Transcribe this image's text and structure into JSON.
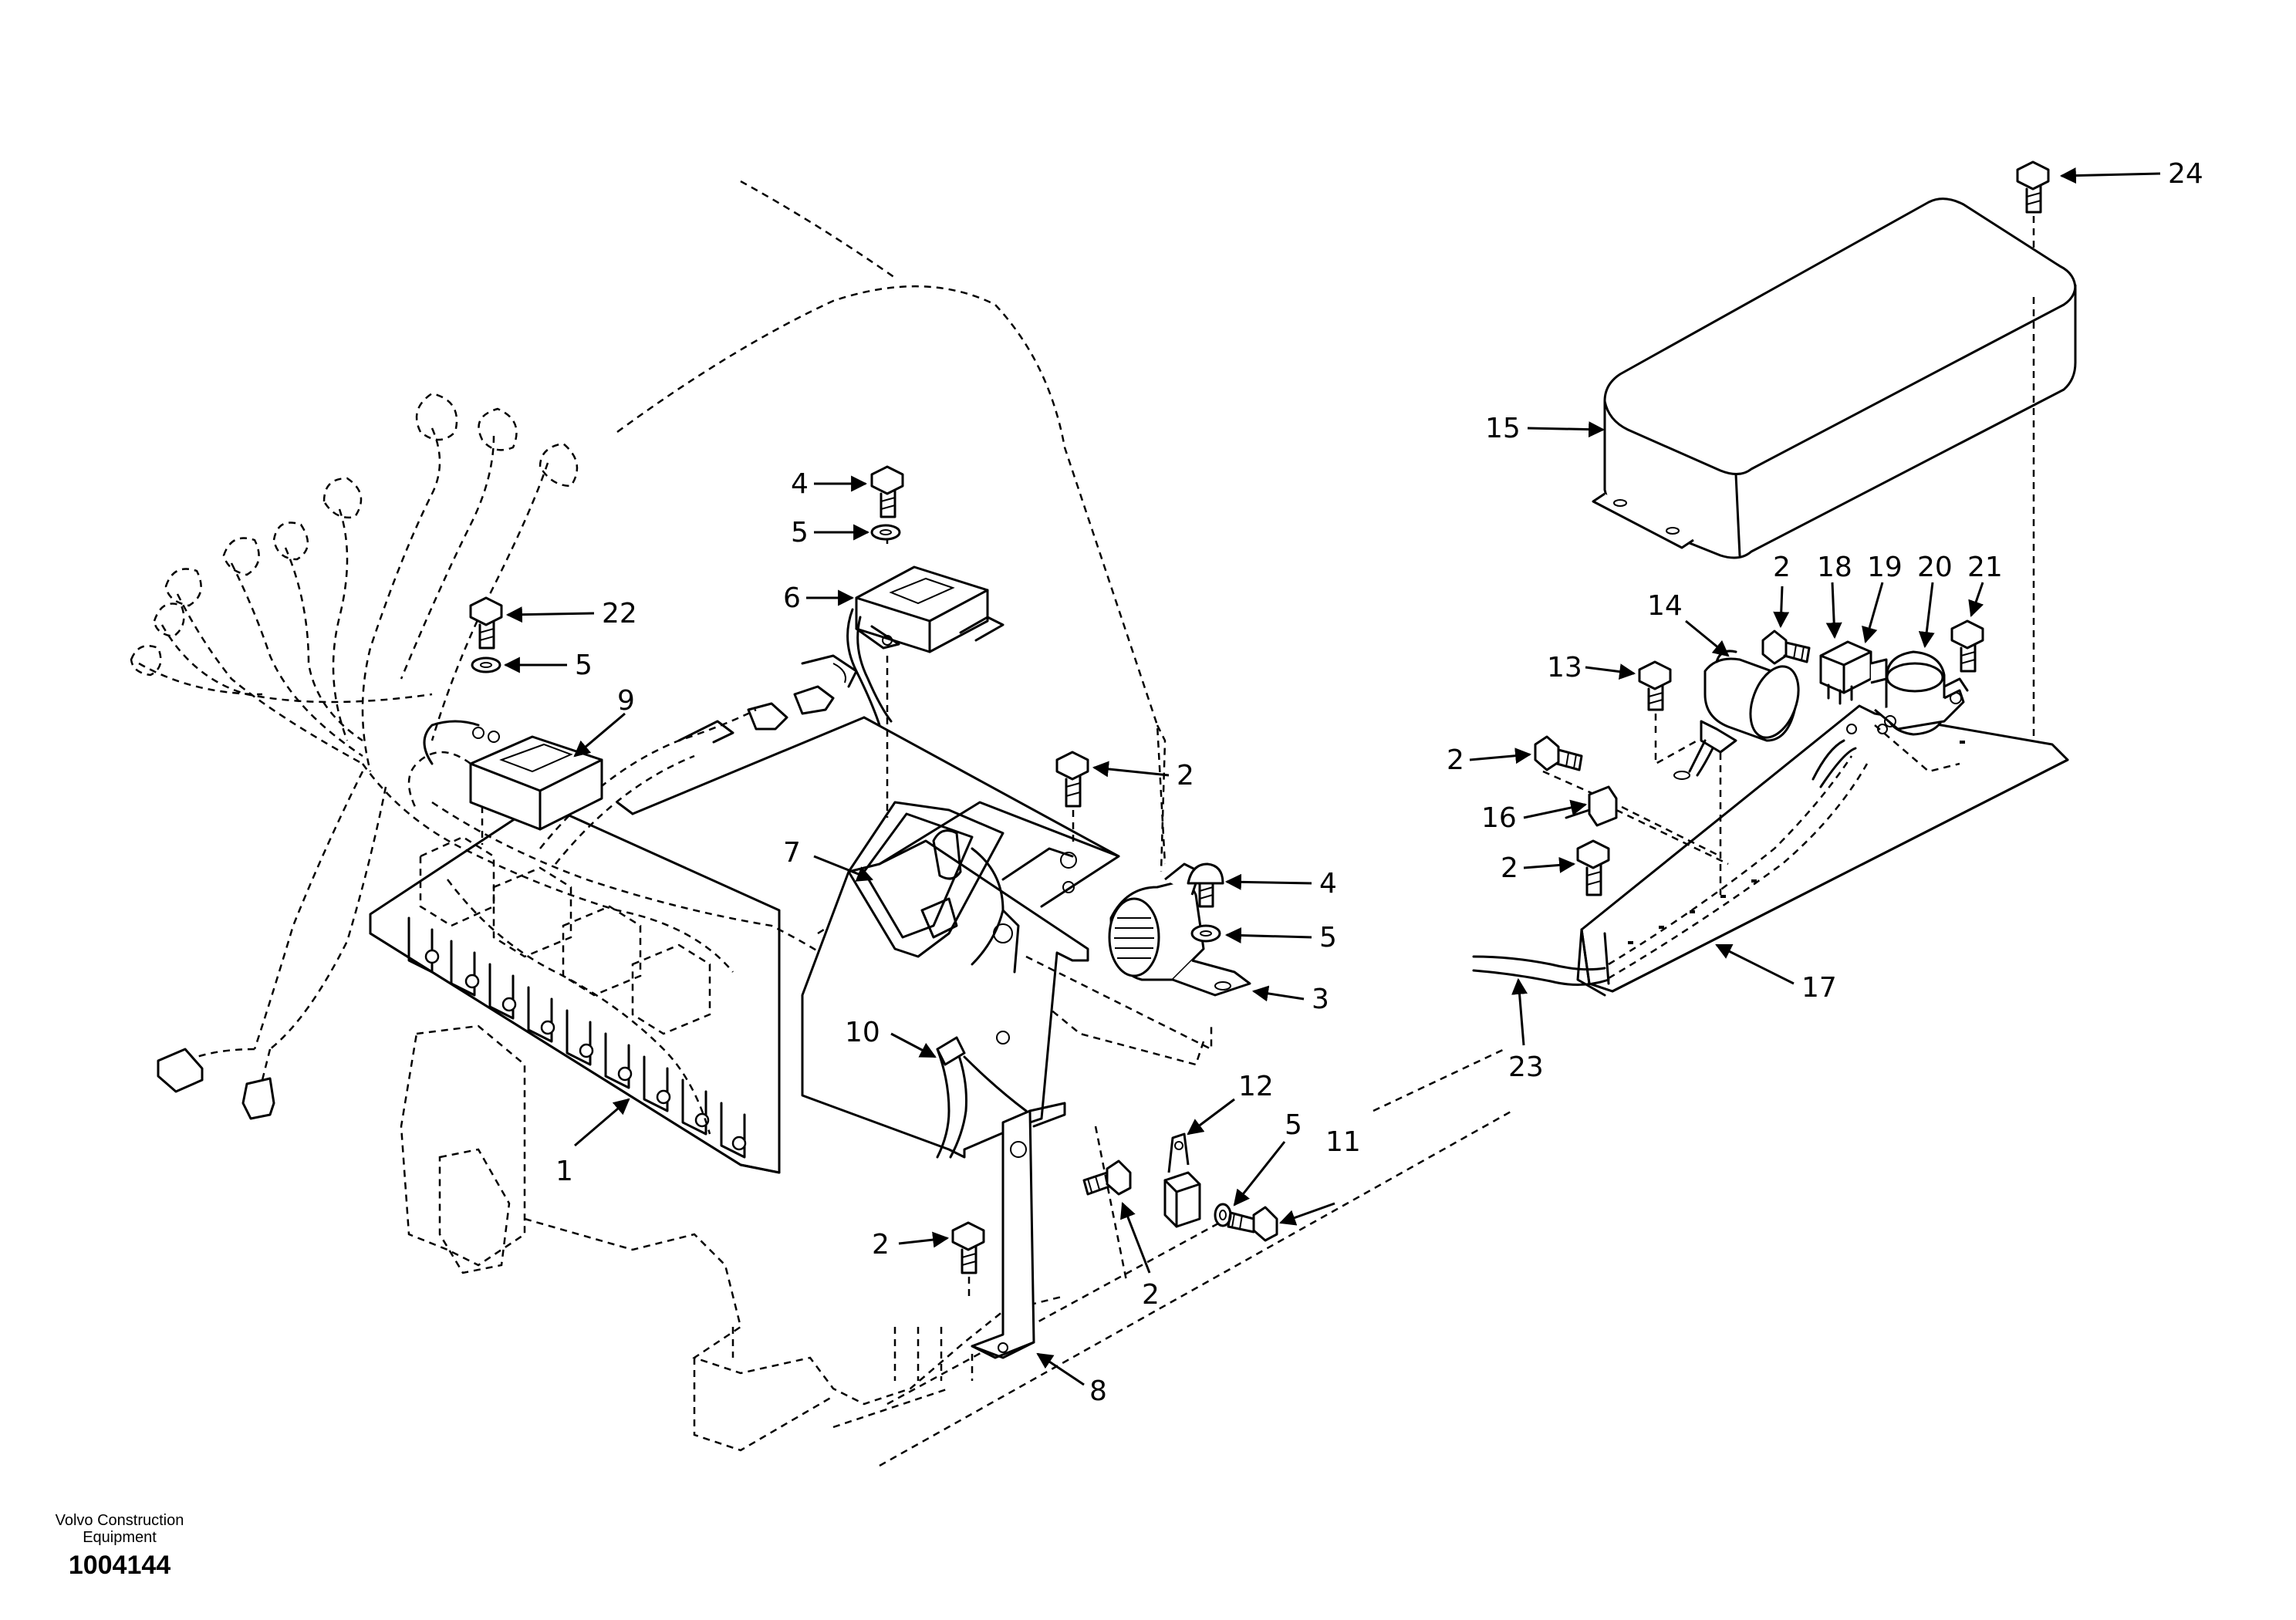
{
  "caption": {
    "company_line1": "Volvo Construction",
    "company_line2": "Equipment",
    "figure_number": "1004144"
  },
  "callouts": [
    {
      "id": "c24",
      "label": "24"
    },
    {
      "id": "c15",
      "label": "15"
    },
    {
      "id": "c2a",
      "label": "2"
    },
    {
      "id": "c18",
      "label": "18"
    },
    {
      "id": "c19",
      "label": "19"
    },
    {
      "id": "c20",
      "label": "20"
    },
    {
      "id": "c21",
      "label": "21"
    },
    {
      "id": "c14",
      "label": "14"
    },
    {
      "id": "c13",
      "label": "13"
    },
    {
      "id": "c2b",
      "label": "2"
    },
    {
      "id": "c16",
      "label": "16"
    },
    {
      "id": "c2c",
      "label": "2"
    },
    {
      "id": "c17",
      "label": "17"
    },
    {
      "id": "c23",
      "label": "23"
    },
    {
      "id": "c4a",
      "label": "4"
    },
    {
      "id": "c5a",
      "label": "5"
    },
    {
      "id": "c6",
      "label": "6"
    },
    {
      "id": "c22",
      "label": "22"
    },
    {
      "id": "c5b",
      "label": "5"
    },
    {
      "id": "c9",
      "label": "9"
    },
    {
      "id": "c2d",
      "label": "2"
    },
    {
      "id": "c7",
      "label": "7"
    },
    {
      "id": "c4b",
      "label": "4"
    },
    {
      "id": "c5c",
      "label": "5"
    },
    {
      "id": "c3",
      "label": "3"
    },
    {
      "id": "c10",
      "label": "10"
    },
    {
      "id": "c12",
      "label": "12"
    },
    {
      "id": "c5d",
      "label": "5"
    },
    {
      "id": "c11",
      "label": "11"
    },
    {
      "id": "c1",
      "label": "1"
    },
    {
      "id": "c2e",
      "label": "2"
    },
    {
      "id": "c2f",
      "label": "2"
    },
    {
      "id": "c8",
      "label": "8"
    }
  ]
}
